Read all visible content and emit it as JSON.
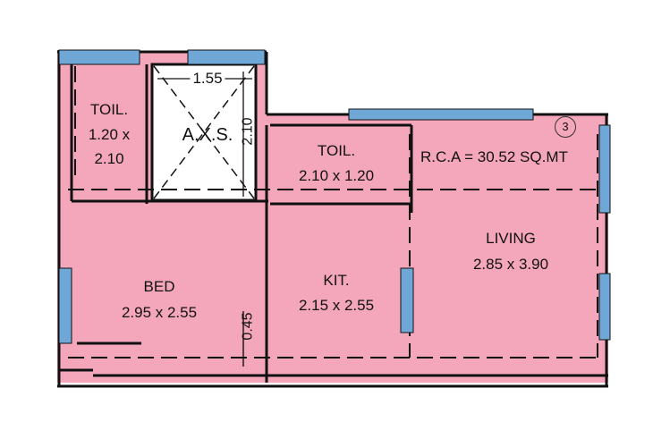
{
  "unit_number": "3",
  "area": "R.C.A = 30.52 SQ.MT",
  "rooms": {
    "toilet1": {
      "name": "TOIL.",
      "size_line1": "1.20 x",
      "size_line2": "2.10"
    },
    "shaft": {
      "name": "A.X.S.",
      "dim_width": "1.55",
      "dim_height": "2.10"
    },
    "toilet2": {
      "name": "TOIL.",
      "size": "2.10 x 1.20"
    },
    "living": {
      "name": "LIVING",
      "size": "2.85 x 3.90"
    },
    "bed": {
      "name": "BED",
      "size": "2.95 x 2.55"
    },
    "kitchen": {
      "name": "KIT.",
      "size": "2.15 x 2.55"
    },
    "ledge_dim": "0.45"
  },
  "colors": {
    "floor": "#f4a6ba",
    "wall": "#111111",
    "window": "#6fa8d6",
    "shaft": "#ffffff"
  }
}
